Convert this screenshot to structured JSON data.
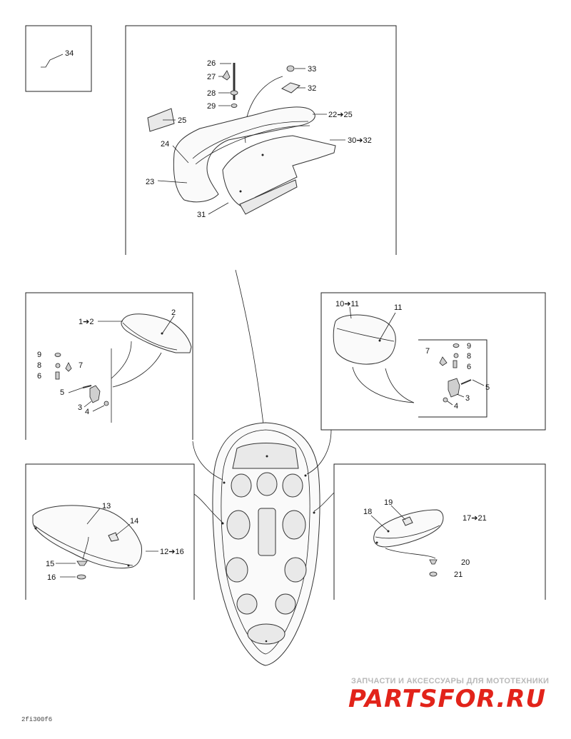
{
  "labels": {
    "l1_2": "1➔2",
    "l2": "2",
    "l3": "3",
    "l4": "4",
    "l5": "5",
    "l6": "6",
    "l7": "7",
    "l8": "8",
    "l9": "9",
    "l10_11": "10➔11",
    "l11": "11",
    "r3": "3",
    "r4": "4",
    "r5": "5",
    "r6": "6",
    "r7": "7",
    "r8": "8",
    "r9": "9",
    "l12_16": "12➔16",
    "l13": "13",
    "l14": "14",
    "l15": "15",
    "l16": "16",
    "l17_21": "17➔21",
    "l18": "18",
    "l19": "19",
    "l20": "20",
    "l21": "21",
    "l22_25": "22➔25",
    "l23": "23",
    "l24": "24",
    "l25": "25",
    "l26": "26",
    "l27": "27",
    "l28": "28",
    "l29": "29",
    "l30_32": "30➔32",
    "l31": "31",
    "l32": "32",
    "l33": "33",
    "l34": "34"
  },
  "watermark": {
    "tagline": "ЗАПЧАСТИ И АКСЕССУАРЫ ДЛЯ МОТОТЕХНИКИ",
    "logo_main": "PARTSFOR",
    "logo_tld": ".RU",
    "logo_color": "#e2231a",
    "logo_dark": "#222222"
  },
  "figure_code": "2fi300f6"
}
